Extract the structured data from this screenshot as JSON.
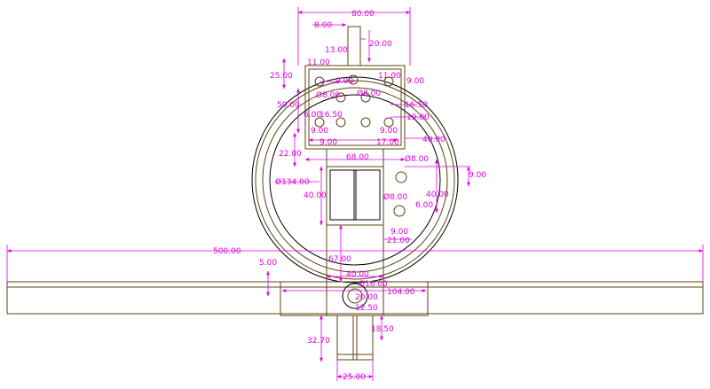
{
  "colors": {
    "geometry": "#5a4510",
    "outline": "#000000",
    "dimension": "#e000e0",
    "background": "#ffffff"
  },
  "dimensions": {
    "top_width": "80.00",
    "post_offset": "8.00",
    "post_width": "13.00",
    "post_height": "20.00",
    "plate_top_offset": "11.00",
    "plate_r_top": "11.00",
    "plate_r_top2": "9.00",
    "hole_row1": "9.00",
    "left_25": "25.00",
    "left_50": "50.00",
    "hole_d8_a": "Ø8.00",
    "hole_d8_b": "Ø8.00",
    "r_16_50": "16.50",
    "r_19_00": "19.00",
    "l_16_50": "16.50",
    "l_6_00": "6.00",
    "l_9_00": "9.00",
    "r_9_00": "9.00",
    "b_9_00": "9.00",
    "b_17_00": "17.00",
    "r_40_00": "40.00",
    "left_22": "22.00",
    "width_68": "68.00",
    "hole_d8_c": "Ø8.00",
    "right_9": "9.00",
    "ring_dia": "Ø134.00",
    "block_40": "40.00",
    "hole_d8_d": "Ø8.00",
    "r_40_b": "40.00",
    "r_6_00": "6.00",
    "r_9_b": "9.00",
    "r_21_00": "21.00",
    "overall_500": "500.00",
    "h_67": "67.00",
    "bar_5": "5.00",
    "base_40": "40.00",
    "hole_d16": "Ø16.00",
    "base_104": "104.00",
    "base_20": "20.00",
    "base_12_50": "12.50",
    "base_18_50": "18.50",
    "stem_32_70": "32.70",
    "stem_25": "25.00"
  }
}
